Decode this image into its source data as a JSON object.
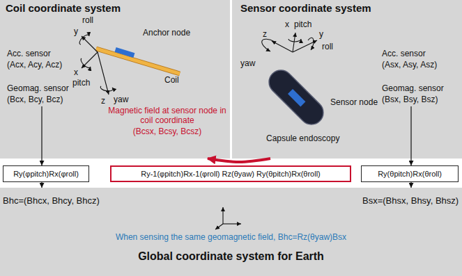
{
  "diagram": {
    "nodes": [
      {
        "text": [
          "Coil coordinate system"
        ]
      },
      {
        "text": [
          "Sensor coordinate system"
        ]
      },
      {
        "text": [
          "Ry(φpitch)Rx(φroll)"
        ]
      },
      {
        "text": [
          "Ry-1(φpitch)Rx-1(φroll) Rz(θyaw) Ry(θpitch)Rx(θroll)"
        ]
      },
      {
        "text": [
          "Ry(θpitch)Rx(θroll)"
        ]
      },
      {
        "text": [
          "Global coordinate system for Earth"
        ]
      }
    ],
    "edges": [
      {
        "from": 0,
        "to": 2,
        "arrow": "to"
      },
      {
        "from": 2,
        "to": 5,
        "arrow": "to"
      },
      {
        "from": 1,
        "to": 4,
        "arrow": "to"
      },
      {
        "from": 4,
        "to": 5,
        "arrow": "to"
      },
      {
        "from": 1,
        "to": 0,
        "arrow": "to"
      }
    ],
    "labels": [
      "y",
      "roll",
      "x",
      "pitch",
      "z",
      "yaw",
      "Anchor node",
      "Coil",
      "Acc. sensor",
      "(Acx, Acy, Acz)",
      "Geomag. sensor",
      "(Bcx, Bcy, Bcz)",
      "Magnetic field at sensor node in coil coordinate",
      "(Bcsx, Bcsy, Bcsz)",
      "x",
      "pitch",
      "y",
      "roll",
      "z",
      "yaw",
      "Sensor node",
      "Capsule endoscopy",
      "Acc. sensor",
      "(Asx, Asy, Asz)",
      "Geomag. sensor",
      "(Bsx, Bsy, Bsz)",
      "Bhc=(Bhcx, Bhcy, Bhcz)",
      "Bsx=(Bhsx, Bhsy, Bhsz)",
      "When sensing the same geomagnetic field, Bhc=Rz(θyaw)Bsx"
    ]
  }
}
